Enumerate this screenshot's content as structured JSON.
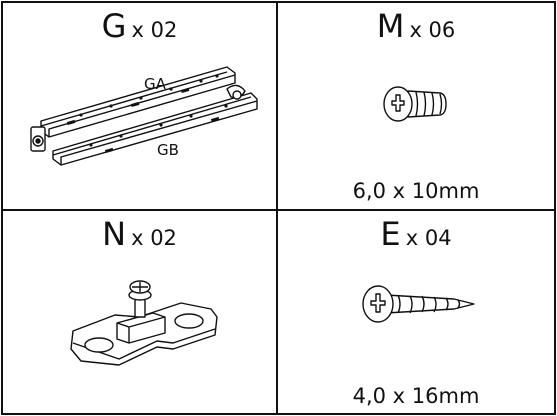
{
  "parts": [
    {
      "letter": "G",
      "quantity": "x 02",
      "icon": "drawer-slide-rail-icon",
      "labels": {
        "upper": "GA",
        "lower": "GB"
      }
    },
    {
      "letter": "M",
      "quantity": "x 06",
      "icon": "short-screw-icon",
      "size": "6,0 x 10mm"
    },
    {
      "letter": "N",
      "quantity": "x 02",
      "icon": "hinge-mounting-plate-icon"
    },
    {
      "letter": "E",
      "quantity": "x 04",
      "icon": "wood-screw-icon",
      "size": "4,0 x 16mm"
    }
  ]
}
